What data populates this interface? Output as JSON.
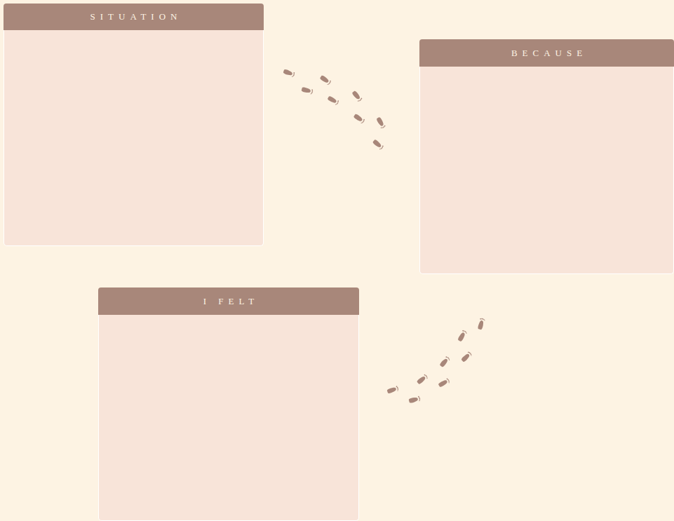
{
  "diagram": {
    "nodes": [
      {
        "text": [
          "SITUATION"
        ]
      },
      {
        "text": [
          "BECAUSE"
        ]
      },
      {
        "text": [
          "I FELT"
        ]
      }
    ]
  }
}
